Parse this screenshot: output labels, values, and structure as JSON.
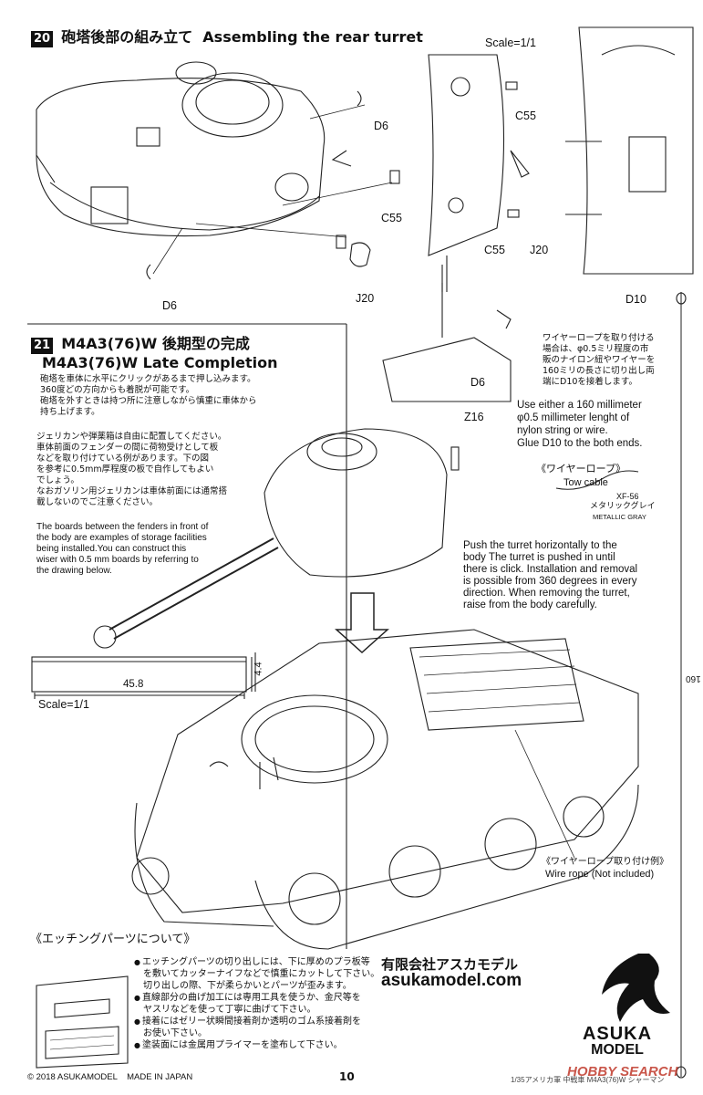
{
  "step20": {
    "number": "20",
    "title_jp": "砲塔後部の組み立て",
    "title_en": "Assembling the rear turret",
    "scale": "Scale=1/1",
    "labels": [
      "D6",
      "C55",
      "J20",
      "D10"
    ]
  },
  "step21": {
    "number": "21",
    "title_line1": "M4A3(76)W 後期型の完成",
    "title_line2": "M4A3(76)W Late Completion",
    "turret_note_jp": [
      "砲塔を車体に水平にクリックがあるまで押し込みます。",
      "360度どの方向からも着脱が可能です。",
      "砲塔を外すときは持つ所に注意しながら慎重に車体から",
      "持ち上げます。"
    ],
    "boards_note_jp": [
      "ジェリカンや弾薬箱は自由に配置してください。",
      "車体前面のフェンダーの間に荷物受けとして板",
      "などを取り付けている例があります。下の図",
      "を参考に0.5mm厚程度の板で自作してもよい",
      "でしょう。",
      "なおガソリン用ジェリカンは車体前面には通常搭",
      "載しないのでご注意ください。"
    ],
    "boards_note_en": [
      "The boards between the fenders in front of",
      "the body are examples of storage facilities",
      "being installed.You can construct this",
      "wiser with 0.5 mm boards by referring to",
      "the drawing below."
    ],
    "part_label": "Z16",
    "board_dims": {
      "length": "45.8",
      "height": "4.4",
      "scale": "Scale=1/1"
    },
    "wire_note_jp": [
      "ワイヤーロープを取り付ける",
      "場合は、φ0.5ミリ程度の市",
      "販のナイロン紐やワイヤーを",
      "160ミリの長さに切り出し両",
      "端にD10を接着します。"
    ],
    "wire_note_en": [
      "Use either a 160 millimeter",
      "φ0.5 millimeter lenght of",
      "nylon  string or wire.",
      "Glue D10 to the both ends."
    ],
    "tow_cable_jp": "《ワイヤーロープ》",
    "tow_cable_en": "Tow cable",
    "paint_code": "XF-56",
    "paint_jp": "メタリックグレイ",
    "paint_en": "METALLIC GRAY",
    "turret_note_en": [
      "Push the turret horizontally to the",
      "body The turret is pushed in until",
      "there is click. Installation and removal",
      "is possible from 360 degrees in every",
      "direction. When removing the turret,",
      "raise from the body carefully."
    ],
    "wire_example_jp": "《ワイヤーロープ取り付け例》",
    "wire_example_en": "Wire rope (Not included)",
    "side_scale": "160"
  },
  "etching": {
    "title": "《エッチングパーツについて》",
    "bullets": [
      "エッチングパーツの切り出しには、下に厚めのプラ板等",
      "を敷いてカッターナイフなどで慎重にカットして下さい。",
      "切り出しの際、下が柔らかいとパーツが歪みます。",
      "直線部分の曲げ加工には専用工具を使うか、金尺等を",
      "ヤスリなどを使って丁寧に曲げて下さい。",
      "接着にはゼリー状瞬間接着剤か透明のゴム系接着剤を",
      "お使い下さい。",
      "塗装面には金属用プライマーを塗布して下さい。"
    ]
  },
  "brand": {
    "company_jp": "有限会社アスカモデル",
    "website": "asukamodel.com",
    "logo_line1": "ASUKA",
    "logo_line2": "MODEL"
  },
  "footer": {
    "copyright": "© 2018 ASUKAMODEL    MADE IN JAPAN",
    "page": "10",
    "right_text": "1/35アメリカ軍 中戦車 M4A3(76)W シャーマン",
    "watermark": "HOBBY SEARCH"
  },
  "colors": {
    "line": "#222222",
    "bg": "#ffffff"
  }
}
